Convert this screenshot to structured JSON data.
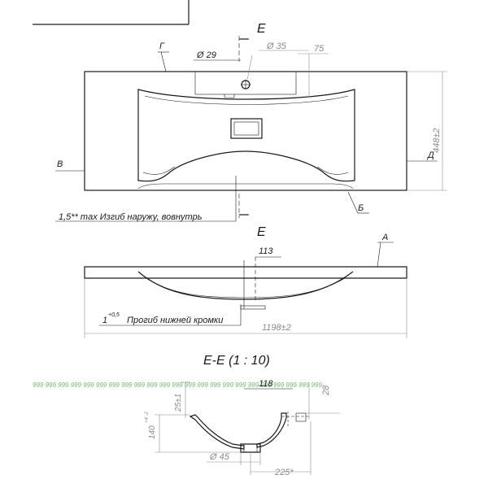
{
  "top_view": {
    "section_mark": "E",
    "label_g": "Г",
    "label_v": "В",
    "label_d": "Д",
    "label_b": "Б",
    "dim_d29": "Ø 29",
    "dim_d35": "Ø 35",
    "dim_75": "75",
    "dim_448": "448±2",
    "note_bend": "1,5** max Изгиб наружу, вовнутрь"
  },
  "side_view": {
    "section_mark": "E",
    "label_a": "A",
    "dim_113": "113",
    "dim_1198": "1198±2",
    "note_deflection_value": "1",
    "note_deflection_tol": "+0,5",
    "note_deflection_text": "Прогиб нижней кромки"
  },
  "section_view": {
    "title": "E-E (1 : 10)",
    "dim_118": "118",
    "dim_28": "28",
    "dim_25": "25±1",
    "dim_140": "140",
    "dim_140_tol": "+4 -2",
    "dim_d45": "Ø 45",
    "dim_225": "225*",
    "hatch_text": "999 999 999 999 999 999 999 999 999 999 999 999 999 999 999 999 999 999 999 999 999 999 999"
  }
}
